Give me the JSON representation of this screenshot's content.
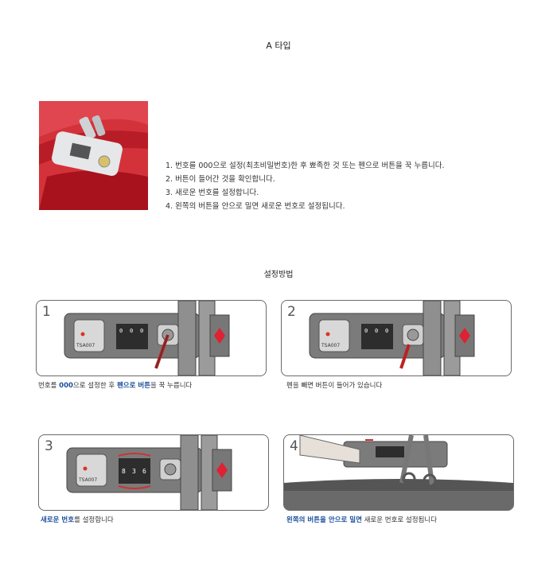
{
  "title": "A 타입",
  "instructions": [
    "1. 번호를 000으로 설정(최초비밀번호)한 후 뾰족한 것 또는 펜으로 버튼을 꾹 누릅니다.",
    "2. 버튼이 들어간 것을 확인합니다.",
    "3. 새로운 번호를 설정합니다.",
    "4. 왼쪽의 버튼을 안으로 밀면 새로운 번호로 설정됩니다."
  ],
  "section_title": "설정방법",
  "panels": [
    {
      "number": "1",
      "digits": [
        "0",
        "0",
        "0"
      ]
    },
    {
      "number": "2",
      "digits": [
        "0",
        "0",
        "0"
      ]
    },
    {
      "number": "3",
      "digits": [
        "8",
        "3",
        "6"
      ]
    },
    {
      "number": "4",
      "digits": []
    }
  ],
  "lock_label": "TSA007",
  "captions": {
    "c1_pre": "번호를 ",
    "c1_hl1": "000",
    "c1_mid": "으로 설정한 후 ",
    "c1_hl2": "펜으로 버튼",
    "c1_post": "을 꾹 누릅니다",
    "c2": "펜을 빼면 버튼이 들어가 있습니다",
    "c3_hl": "새로운 번호",
    "c3_post": "를 설정합니다",
    "c4_hl": "왼쪽의 버튼을 안으로 밀면",
    "c4_post": " 새로운 번호로 설정됩니다"
  },
  "colors": {
    "suitcase_red": "#c8202b",
    "highlight_blue": "#1c4f9c",
    "panel_gray": "#777777"
  }
}
